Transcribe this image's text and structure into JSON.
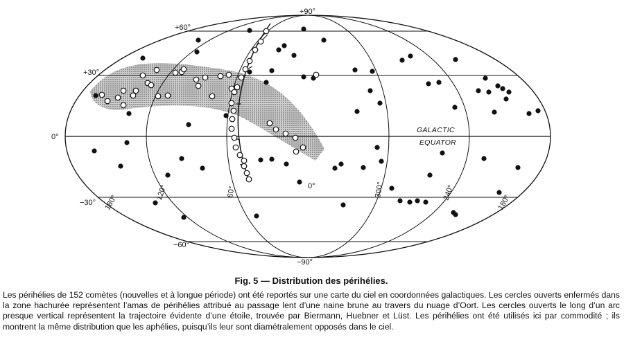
{
  "figure": {
    "lat_labels": {
      "north_pole": "+90°",
      "plus60": "+60°",
      "plus30": "+30°",
      "zero": "0°",
      "minus30": "−30°",
      "minus60": "−60°",
      "south_pole": "−90°"
    },
    "lon_labels": {
      "l180_left": "180°",
      "l120": "120°",
      "l60": "60°",
      "l0": "0°",
      "l300": "300°",
      "l240": "240°",
      "l180_right": "180°"
    },
    "equator_label_line1": "GALACTIC",
    "equator_label_line2": "EQUATOR",
    "open_circles_meaning": "comet perihelia in hatched zone and along near-vertical arc",
    "filled_circles_meaning": "other comet perihelia",
    "colors": {
      "ink": "#111111",
      "band": "#8a8a8a",
      "paper": "#ffffff"
    }
  },
  "caption": {
    "title": "Fig. 5 — Distribution des périhélies.",
    "text": "Les périhélies de 152 comètes (nouvelles et à longue période) ont été reportés sur une carte du ciel en coordonnées galactiques. Les cercles ouverts enfermés dans la zone hachurée représentent l’amas de périhélies attribué au passage lent d’une naine brune au travers du nuage d’Oort. Les cercles ouverts le long d’un arc presque vertical représentent la trajectoire évidente d’une étoile, trouvée par Biermann, Huebner et Lüst. Les périhélies ont été utilisés ici par commodité ; ils montrent la même distribution que les aphélies, puisqu’ils leur sont diamétralement opposés dans le ciel."
  }
}
